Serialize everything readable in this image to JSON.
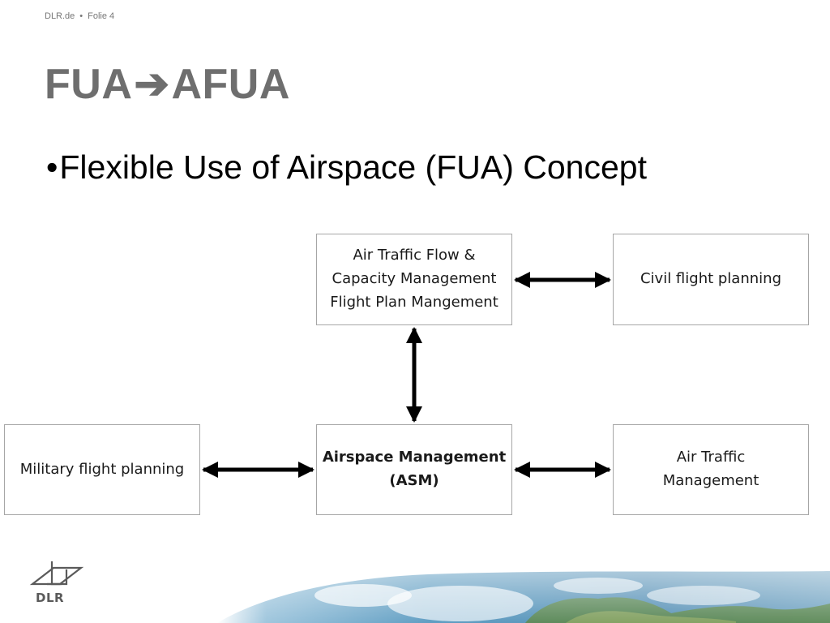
{
  "header": {
    "site": "DLR.de",
    "separator": "•",
    "slide": "Folie 4"
  },
  "title": {
    "left": "FUA",
    "arrow": "➔",
    "right": "AFUA"
  },
  "bullet": {
    "marker": "•",
    "text": "Flexible Use of Airspace (FUA) Concept"
  },
  "diagram": {
    "atfm": {
      "lines": [
        "Air Traffic Flow &",
        "Capacity Management",
        "Flight Plan Mangement"
      ]
    },
    "civil": {
      "lines": [
        "Civil flight planning"
      ]
    },
    "military": {
      "lines": [
        "Military flight planning"
      ]
    },
    "asm": {
      "lines": [
        "Airspace Management",
        "(ASM)"
      ]
    },
    "atm": {
      "lines": [
        "Air Traffic",
        "Management"
      ]
    }
  },
  "logo": {
    "text": "DLR",
    "icon": "dlr-logo-icon"
  },
  "colors": {
    "title": "#6e6e6e",
    "border": "#a6a6a6",
    "arrow": "#000000"
  }
}
